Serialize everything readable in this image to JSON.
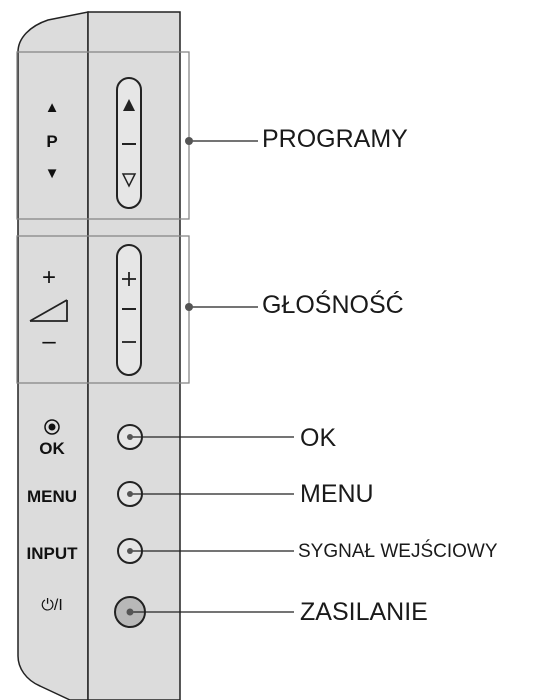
{
  "panel": {
    "program_group": {
      "symbol_up": "▲",
      "letter": "P",
      "symbol_down": "▼"
    },
    "volume_group": {
      "plus": "+",
      "minus": "–"
    },
    "ok_label": "OK",
    "menu_label": "MENU",
    "input_label": "INPUT",
    "power_label": "⏻/I"
  },
  "callouts": {
    "programs": "PROGRAMY",
    "volume": "GŁOŚNOŚĆ",
    "ok": "OK",
    "menu": "MENU",
    "input": "SYGNAŁ WEJŚCIOWY",
    "power": "ZASILANIE"
  },
  "colors": {
    "panel_fill": "#dcdcdc",
    "panel_stroke": "#222222",
    "bracket_stroke": "#888888",
    "leader_line": "#222222"
  }
}
